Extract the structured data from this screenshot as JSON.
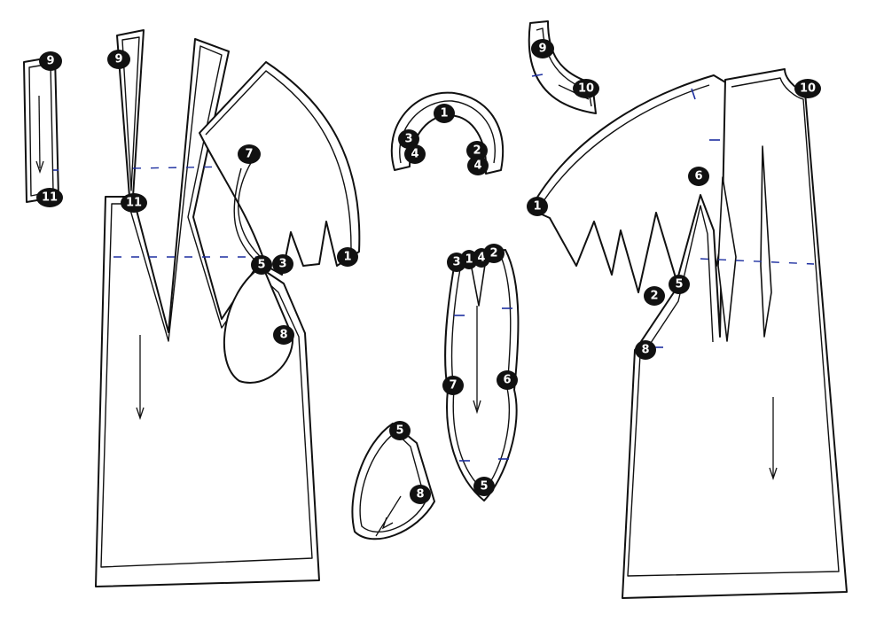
{
  "pattern_pieces": {
    "front_bodice": {
      "markers": [
        "11",
        "8",
        "5",
        "3",
        "1",
        "7"
      ]
    },
    "front_facing": {
      "markers": [
        "9",
        "11"
      ]
    },
    "collar_band": {
      "markers": [
        "9"
      ]
    },
    "center_neck": {
      "markers": [
        "1",
        "3",
        "4",
        "2",
        "4"
      ]
    },
    "back_neck": {
      "markers": [
        "9",
        "10"
      ]
    },
    "back_bodice": {
      "markers": [
        "10",
        "8",
        "5",
        "2",
        "1",
        "6"
      ]
    },
    "sleeve": {
      "markers": [
        "3",
        "1",
        "4",
        "2",
        "7",
        "6",
        "5"
      ]
    },
    "gusset": {
      "markers": [
        "5",
        "8"
      ]
    }
  },
  "colors": {
    "outline": "#111111",
    "notch": "#1d2fa0",
    "marker": "#111111"
  }
}
